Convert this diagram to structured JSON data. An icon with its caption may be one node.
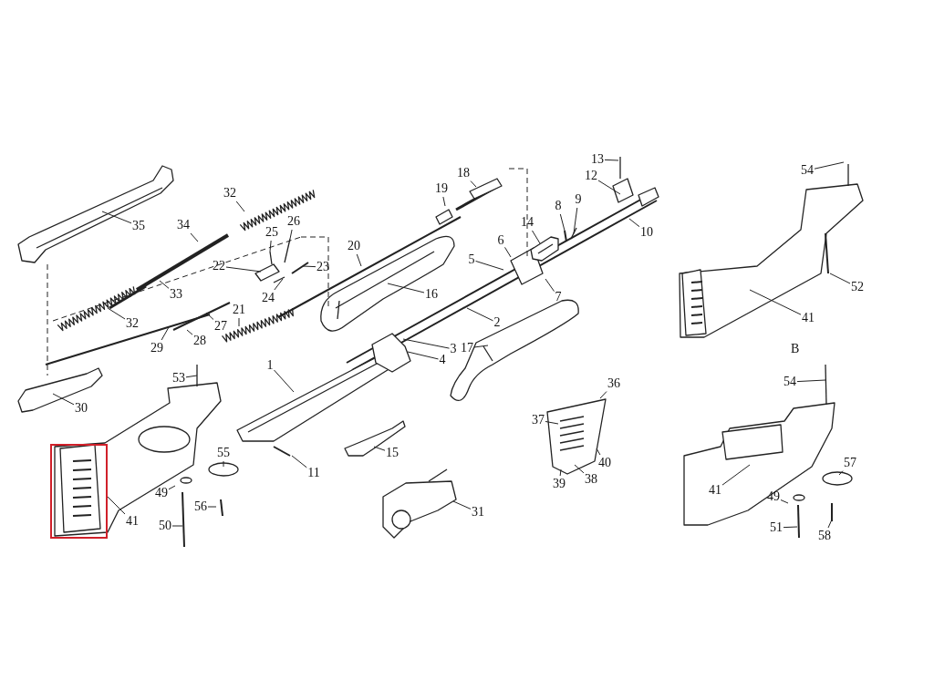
{
  "diagram": {
    "nodes": [
      {
        "text": [
          "35"
        ]
      },
      {
        "text": [
          "32"
        ]
      },
      {
        "text": [
          "34"
        ]
      },
      {
        "text": [
          "26"
        ]
      },
      {
        "text": [
          "25"
        ]
      },
      {
        "text": [
          "22"
        ]
      },
      {
        "text": [
          "23"
        ]
      },
      {
        "text": [
          "24"
        ]
      },
      {
        "text": [
          "33"
        ]
      },
      {
        "text": [
          "32"
        ]
      },
      {
        "text": [
          "27"
        ]
      },
      {
        "text": [
          "28"
        ]
      },
      {
        "text": [
          "29"
        ]
      },
      {
        "text": [
          "21"
        ]
      },
      {
        "text": [
          "30"
        ]
      },
      {
        "text": [
          "20"
        ]
      },
      {
        "text": [
          "16"
        ]
      },
      {
        "text": [
          "19"
        ]
      },
      {
        "text": [
          "18"
        ]
      },
      {
        "text": [
          "2"
        ]
      },
      {
        "text": [
          "17"
        ]
      },
      {
        "text": [
          "3"
        ]
      },
      {
        "text": [
          "4"
        ]
      },
      {
        "text": [
          "1"
        ]
      },
      {
        "text": [
          "53"
        ]
      },
      {
        "text": [
          "55"
        ]
      },
      {
        "text": [
          "49"
        ]
      },
      {
        "text": [
          "56"
        ]
      },
      {
        "text": [
          "50"
        ]
      },
      {
        "text": [
          "41"
        ]
      },
      {
        "text": [
          "11"
        ]
      },
      {
        "text": [
          "15"
        ]
      },
      {
        "text": [
          "31"
        ]
      },
      {
        "text": [
          "13"
        ]
      },
      {
        "text": [
          "12"
        ]
      },
      {
        "text": [
          "14"
        ]
      },
      {
        "text": [
          "8"
        ]
      },
      {
        "text": [
          "9"
        ]
      },
      {
        "text": [
          "10"
        ]
      },
      {
        "text": [
          "6"
        ]
      },
      {
        "text": [
          "5"
        ]
      },
      {
        "text": [
          "7"
        ]
      },
      {
        "text": [
          "36"
        ]
      },
      {
        "text": [
          "37"
        ]
      },
      {
        "text": [
          "40"
        ]
      },
      {
        "text": [
          "38"
        ]
      },
      {
        "text": [
          "39"
        ]
      },
      {
        "text": [
          "54"
        ]
      },
      {
        "text": [
          "52"
        ]
      },
      {
        "text": [
          "41"
        ]
      },
      {
        "text": [
          "54"
        ]
      },
      {
        "text": [
          "57"
        ]
      },
      {
        "text": [
          "49"
        ]
      },
      {
        "text": [
          "41"
        ]
      },
      {
        "text": [
          "51"
        ]
      },
      {
        "text": [
          "58"
        ]
      }
    ],
    "edges": [
      {
        "from": 0,
        "to": null,
        "arrow": "none"
      },
      {
        "from": 1,
        "to": null,
        "arrow": "none"
      },
      {
        "from": 2,
        "to": null,
        "arrow": "none"
      },
      {
        "from": 3,
        "to": null,
        "arrow": "none"
      },
      {
        "from": 4,
        "to": null,
        "arrow": "none"
      },
      {
        "from": 5,
        "to": null,
        "arrow": "none"
      },
      {
        "from": 6,
        "to": null,
        "arrow": "none"
      },
      {
        "from": 7,
        "to": null,
        "arrow": "none"
      },
      {
        "from": 8,
        "to": null,
        "arrow": "none"
      },
      {
        "from": 9,
        "to": null,
        "arrow": "none"
      },
      {
        "from": 10,
        "to": null,
        "arrow": "none"
      },
      {
        "from": 11,
        "to": null,
        "arrow": "none"
      },
      {
        "from": 12,
        "to": null,
        "arrow": "none"
      },
      {
        "from": 13,
        "to": null,
        "arrow": "none"
      },
      {
        "from": 14,
        "to": null,
        "arrow": "none"
      },
      {
        "from": 15,
        "to": null,
        "arrow": "none"
      },
      {
        "from": 16,
        "to": null,
        "arrow": "none"
      },
      {
        "from": 17,
        "to": null,
        "arrow": "none"
      },
      {
        "from": 18,
        "to": null,
        "arrow": "none"
      },
      {
        "from": 19,
        "to": null,
        "arrow": "none"
      },
      {
        "from": 20,
        "to": null,
        "arrow": "none"
      },
      {
        "from": 21,
        "to": null,
        "arrow": "none"
      },
      {
        "from": 22,
        "to": null,
        "arrow": "none"
      },
      {
        "from": 23,
        "to": null,
        "arrow": "none"
      },
      {
        "from": 24,
        "to": null,
        "arrow": "none"
      },
      {
        "from": 25,
        "to": null,
        "arrow": "none"
      },
      {
        "from": 26,
        "to": null,
        "arrow": "none"
      },
      {
        "from": 27,
        "to": null,
        "arrow": "none"
      },
      {
        "from": 28,
        "to": null,
        "arrow": "none"
      },
      {
        "from": 29,
        "to": null,
        "arrow": "none"
      },
      {
        "from": 30,
        "to": null,
        "arrow": "none"
      },
      {
        "from": 31,
        "to": null,
        "arrow": "none"
      },
      {
        "from": 32,
        "to": null,
        "arrow": "none"
      },
      {
        "from": 33,
        "to": null,
        "arrow": "none"
      },
      {
        "from": 34,
        "to": null,
        "arrow": "none"
      },
      {
        "from": 35,
        "to": null,
        "arrow": "none"
      },
      {
        "from": 36,
        "to": null,
        "arrow": "none"
      },
      {
        "from": 37,
        "to": null,
        "arrow": "none"
      },
      {
        "from": 38,
        "to": null,
        "arrow": "none"
      },
      {
        "from": 39,
        "to": null,
        "arrow": "none"
      },
      {
        "from": 40,
        "to": null,
        "arrow": "none"
      },
      {
        "from": 41,
        "to": null,
        "arrow": "none"
      },
      {
        "from": 42,
        "to": null,
        "arrow": "none"
      },
      {
        "from": 43,
        "to": null,
        "arrow": "none"
      },
      {
        "from": 44,
        "to": null,
        "arrow": "none"
      },
      {
        "from": 45,
        "to": null,
        "arrow": "none"
      },
      {
        "from": 46,
        "to": null,
        "arrow": "none"
      },
      {
        "from": 47,
        "to": null,
        "arrow": "none"
      },
      {
        "from": 48,
        "to": null,
        "arrow": "none"
      },
      {
        "from": 49,
        "to": null,
        "arrow": "none"
      },
      {
        "from": 50,
        "to": null,
        "arrow": "none"
      },
      {
        "from": 51,
        "to": null,
        "arrow": "none"
      },
      {
        "from": 52,
        "to": null,
        "arrow": "none"
      },
      {
        "from": 53,
        "to": null,
        "arrow": "none"
      },
      {
        "from": 54,
        "to": null,
        "arrow": "none"
      },
      {
        "from": 55,
        "to": null,
        "arrow": "none"
      }
    ],
    "labels": [
      "В"
    ]
  }
}
